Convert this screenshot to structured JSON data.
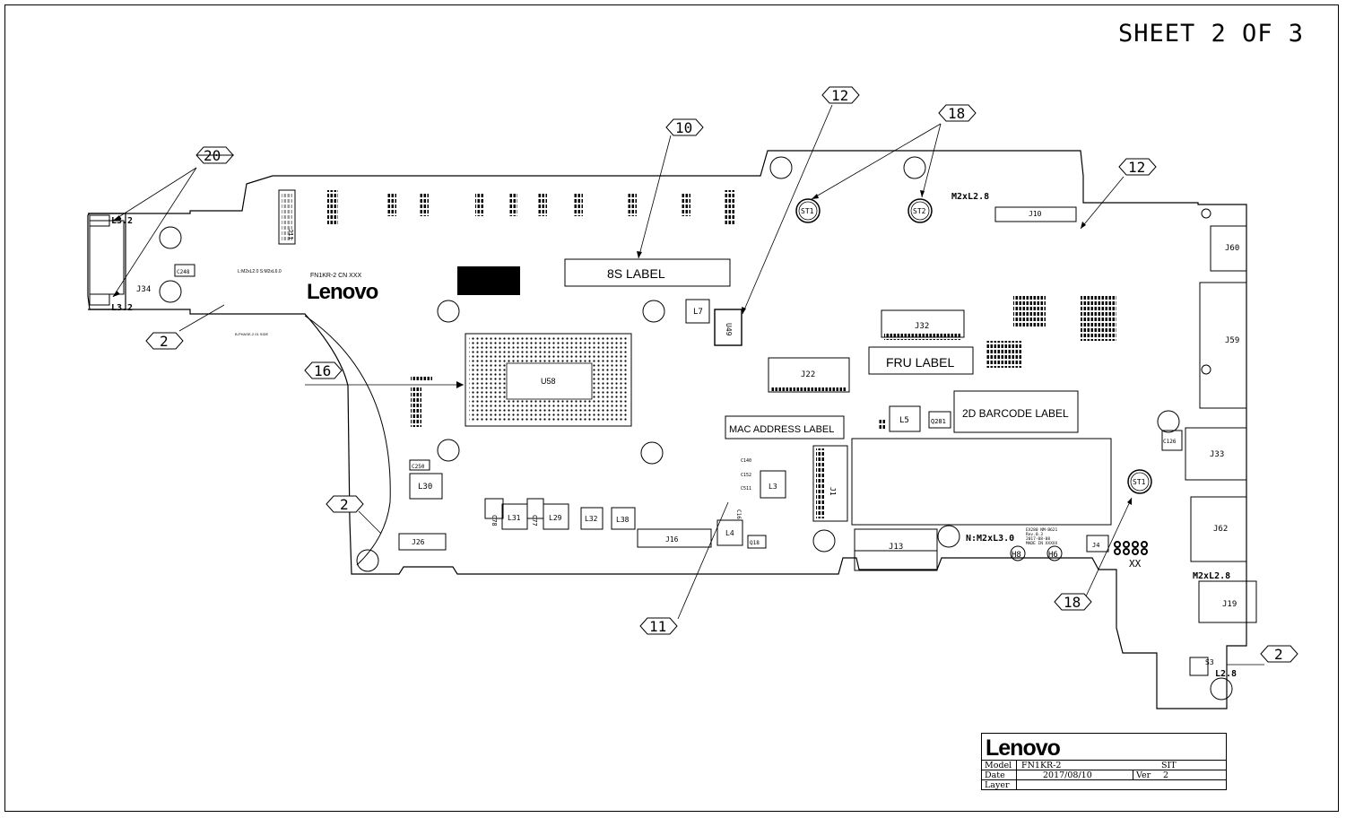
{
  "sheet_title": "SHEET 2 OF 3",
  "board": {
    "brand_logo": "Lenovo",
    "board_text": "FN1KR-2  CN XXX",
    "small_mark": "B-PHASE-2 01 SIDE",
    "m2_note": "L:M2xL2.0 S:M2xL6.0"
  },
  "callouts": [
    "20",
    "10",
    "12",
    "18",
    "12",
    "2",
    "16",
    "2",
    "11",
    "18",
    "2"
  ],
  "labels": {
    "label_8s": "8S LABEL",
    "label_fru": "FRU LABEL",
    "label_2d": "2D BARCODE LABEL",
    "label_mac": "MAC ADDRESS LABEL"
  },
  "components": {
    "u58": "U58",
    "j34": "J34",
    "j11": "J11",
    "j10": "J10",
    "j60": "J60",
    "j59": "J59",
    "j32": "J32",
    "j22": "J22",
    "j33": "J33",
    "j62": "J62",
    "j19": "J19",
    "j16": "J16",
    "j13": "J13",
    "j26": "J26",
    "j1": "J1",
    "l7": "L7",
    "l5": "L5",
    "l3": "L3",
    "l4": "L4",
    "l30": "L30",
    "l31": "L31",
    "l29": "L29",
    "l32": "L32",
    "l38": "L38",
    "u49": "U49",
    "st1a": "ST1",
    "st2": "ST2",
    "st1b": "ST1",
    "q281": "Q281",
    "q18": "Q18",
    "c248": "C248",
    "c250": "C250",
    "c126": "C126",
    "c140": "C140",
    "c152": "C152",
    "c511": "C511",
    "c78": "C78",
    "c77": "C77",
    "c16": "C16",
    "h8": "H8",
    "h6": "H6",
    "s3": "S3",
    "j4": "J4"
  },
  "screw_notes": {
    "l32_top": "L3.2",
    "l32_bottom": "L3.2",
    "m2l28_top": "M2xL2.8",
    "m2l28_right": "M2xL2.8",
    "n_m2l30": "N:M2xL3.0",
    "l28_bottom": "L2.8",
    "xx": "XX"
  },
  "pcb_mark": [
    "EX280  NM-B621",
    "Rev.0.3",
    "2017-08-08",
    "MADE IN XXXXX"
  ],
  "title_block": {
    "logo": "Lenovo",
    "model_label": "Model",
    "model_value": "FN1KR-2",
    "sheet_type": "SIT",
    "date_label": "Date",
    "date_value": "2017/08/10",
    "ver_label": "Ver",
    "ver_value": "2",
    "layer_label": "Layer"
  }
}
